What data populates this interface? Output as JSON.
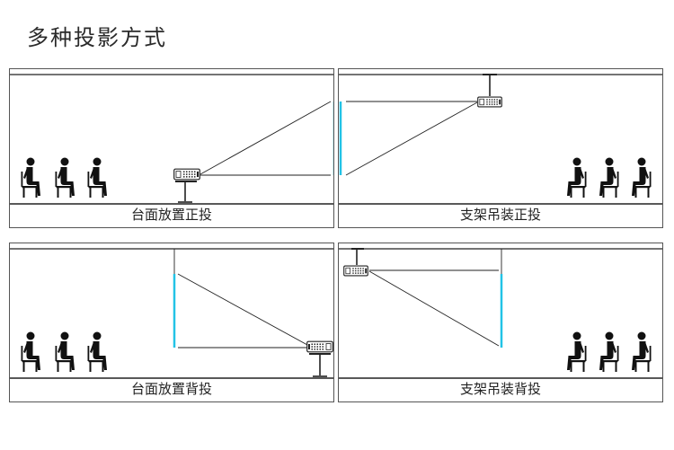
{
  "page_title": "多种投影方式",
  "panels": [
    {
      "caption": "台面放置正投"
    },
    {
      "caption": "支架吊装正投"
    },
    {
      "caption": "台面放置背投"
    },
    {
      "caption": "支架吊装背投"
    }
  ],
  "colors": {
    "screen": "#22c3e6",
    "line": "#222222",
    "text": "#222222"
  },
  "icons": [
    "person-icon",
    "projector-icon"
  ]
}
